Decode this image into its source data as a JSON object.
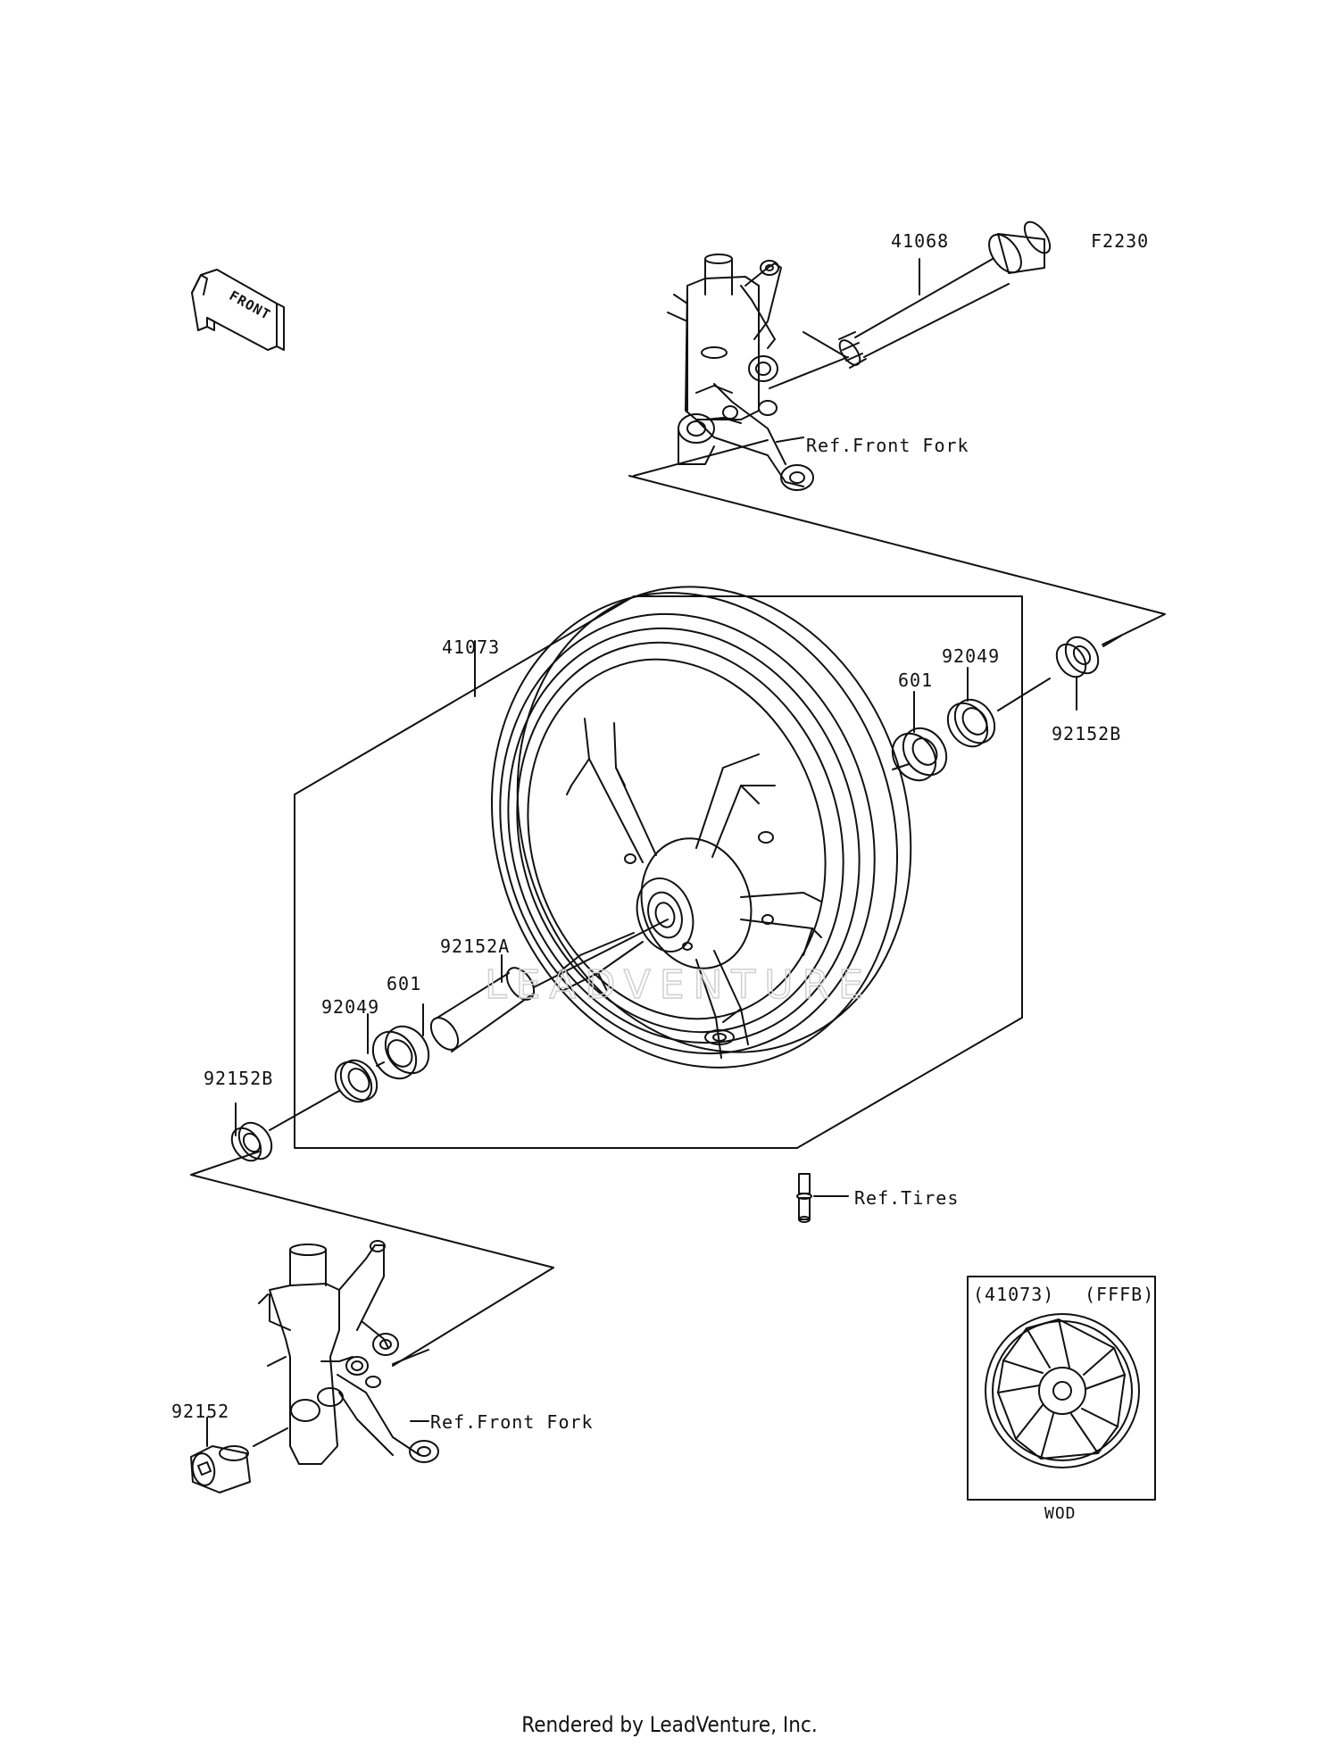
{
  "diagram": {
    "code": "F2230",
    "front_arrow_text": "FRONT",
    "parts": {
      "axle": "41068",
      "wheel": "41073",
      "bearing_right": "601",
      "seal_right": "92049",
      "collar_right": "92152B",
      "spacer": "92152A",
      "bearing_left": "601",
      "seal_left": "92049",
      "collar_left": "92152B",
      "axle_collar": "92152"
    },
    "refs": {
      "front_fork_top": "Ref.Front Fork",
      "tires": "Ref.Tires",
      "front_fork_bottom": "Ref.Front Fork"
    },
    "inset": {
      "part": "(41073)",
      "color_code": "(FFFB)",
      "caption": "WOD"
    },
    "watermark": "LEADVENTURE"
  },
  "footer": "Rendered by LeadVenture, Inc.",
  "colors": {
    "line": "#111111",
    "watermark": "#d8d8d8"
  }
}
